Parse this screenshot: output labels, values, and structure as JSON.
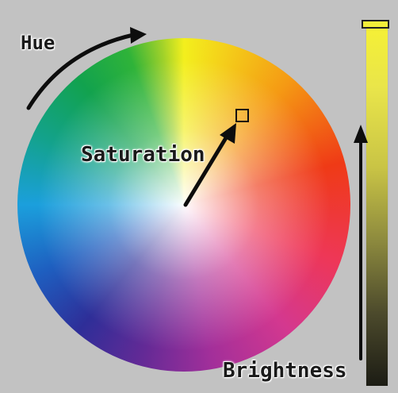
{
  "labels": {
    "hue": "Hue",
    "saturation": "Saturation",
    "brightness": "Brightness"
  },
  "color_picker": {
    "brightness_level": 1.0
  },
  "colors": {
    "background": "#c2c2c2",
    "arrow": "#0d0d0d",
    "slider_top": "#f6f134",
    "slider_bottom": "#1c1c14"
  },
  "icons": [
    "hue-arrow-icon",
    "saturation-arrow-icon",
    "brightness-arrow-icon"
  ]
}
